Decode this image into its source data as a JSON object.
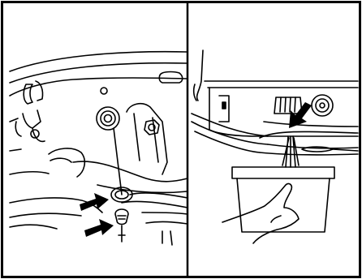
{
  "figure": {
    "panels": [
      {
        "id": "left",
        "subject": "drain-plug-location"
      },
      {
        "id": "right",
        "subject": "draining-into-container"
      }
    ],
    "colors": {
      "line": "#000000",
      "background": "#ffffff",
      "arrow_fill": "#000000"
    },
    "icons": [
      "arrow-icon",
      "hand-icon",
      "bolt-icon",
      "drain-container-icon"
    ]
  }
}
